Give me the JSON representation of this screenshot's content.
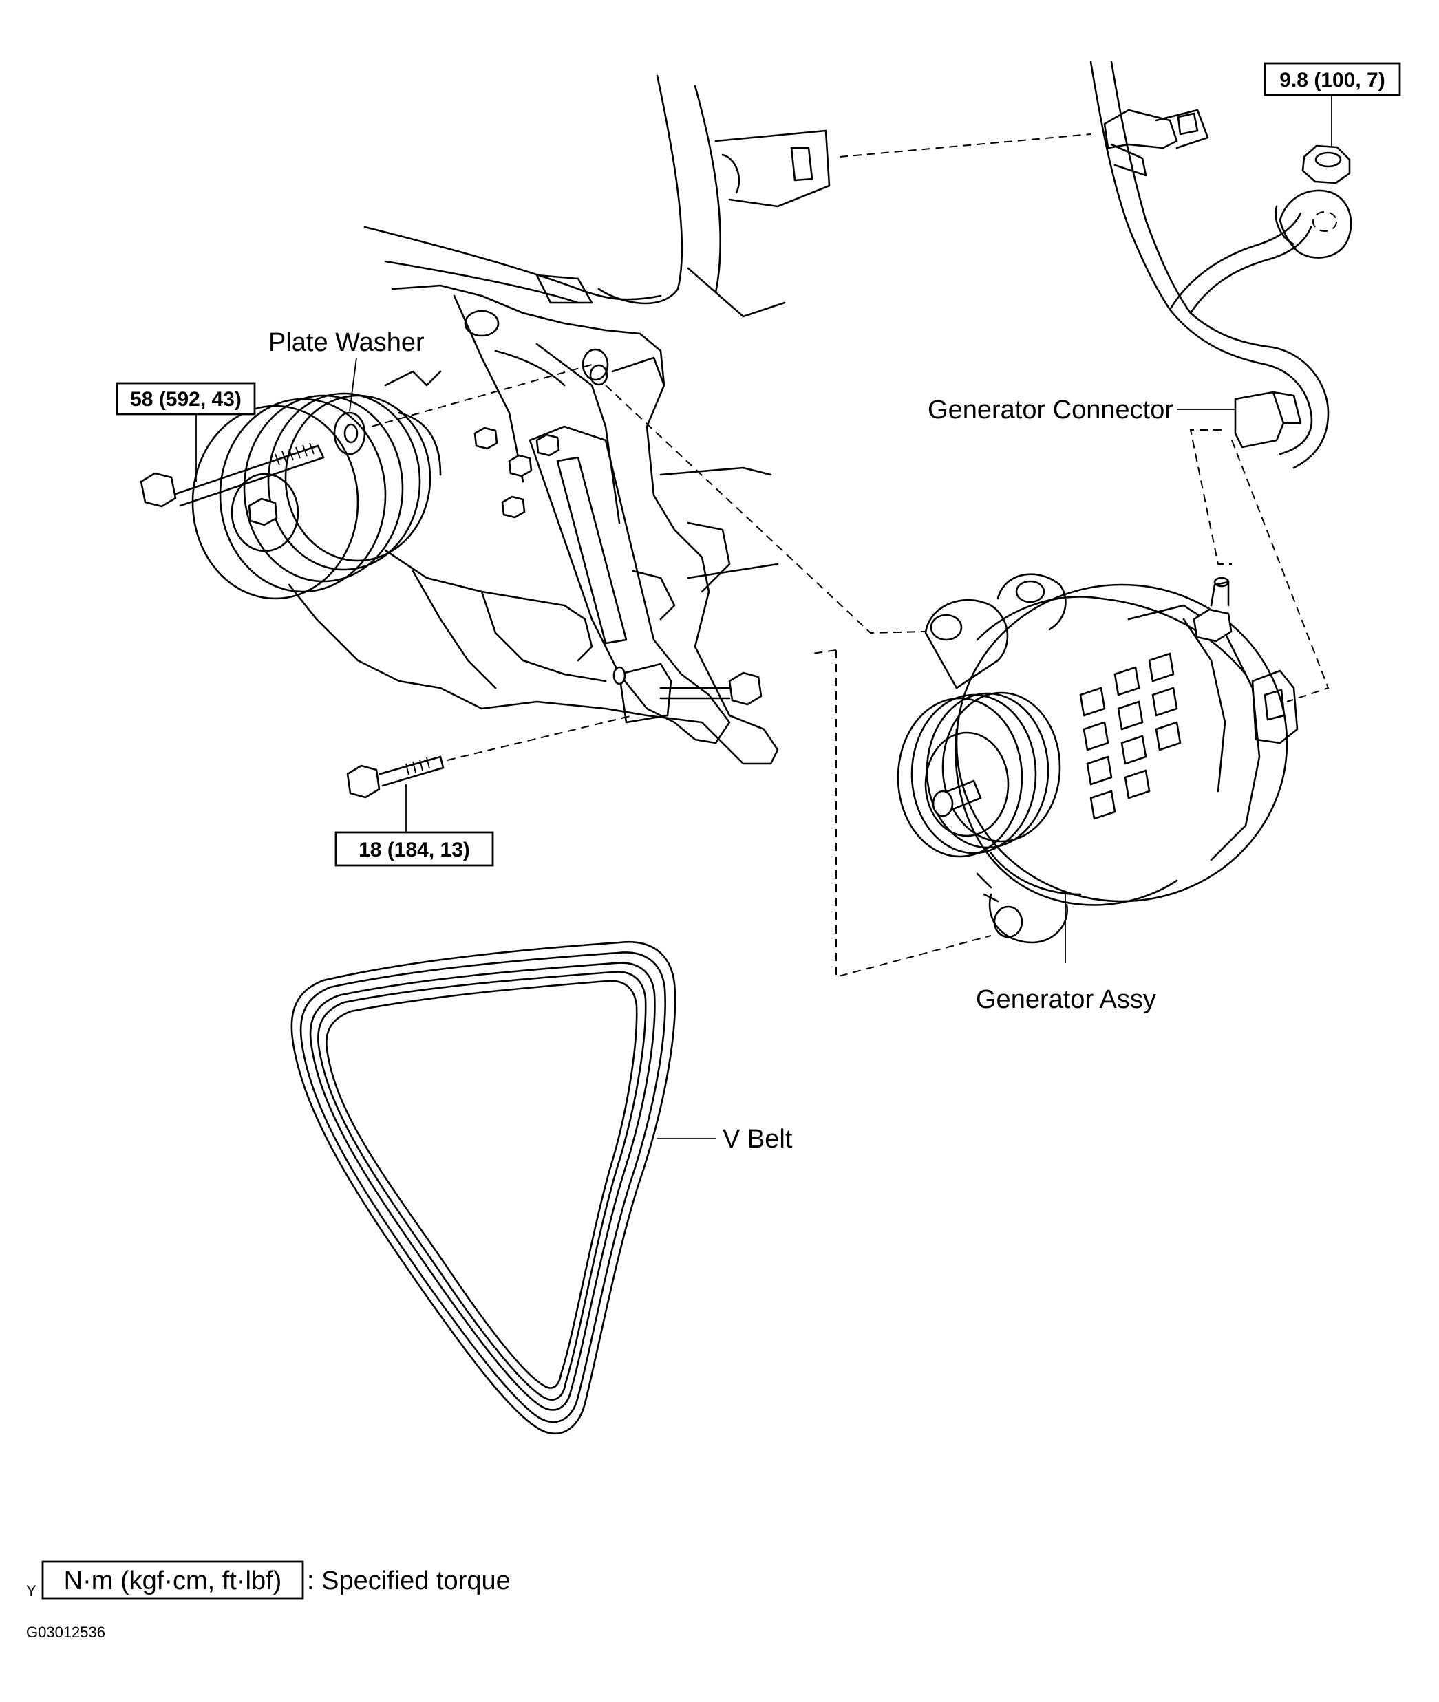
{
  "labels": {
    "plate_washer": "Plate Washer",
    "generator_connector": "Generator Connector",
    "generator_assy": "Generator Assy",
    "v_belt": "V Belt"
  },
  "torque_specs": {
    "pivot_bolt": "58 (592, 43)",
    "adjusting_bolt": "18 (184, 13)",
    "terminal_nut": "9.8 (100, 7)"
  },
  "legend": {
    "marker": "Y",
    "unit_box": "N·m (kgf·cm, ft·lbf)",
    "description": ": Specified torque"
  },
  "figure_code": "G03012536"
}
